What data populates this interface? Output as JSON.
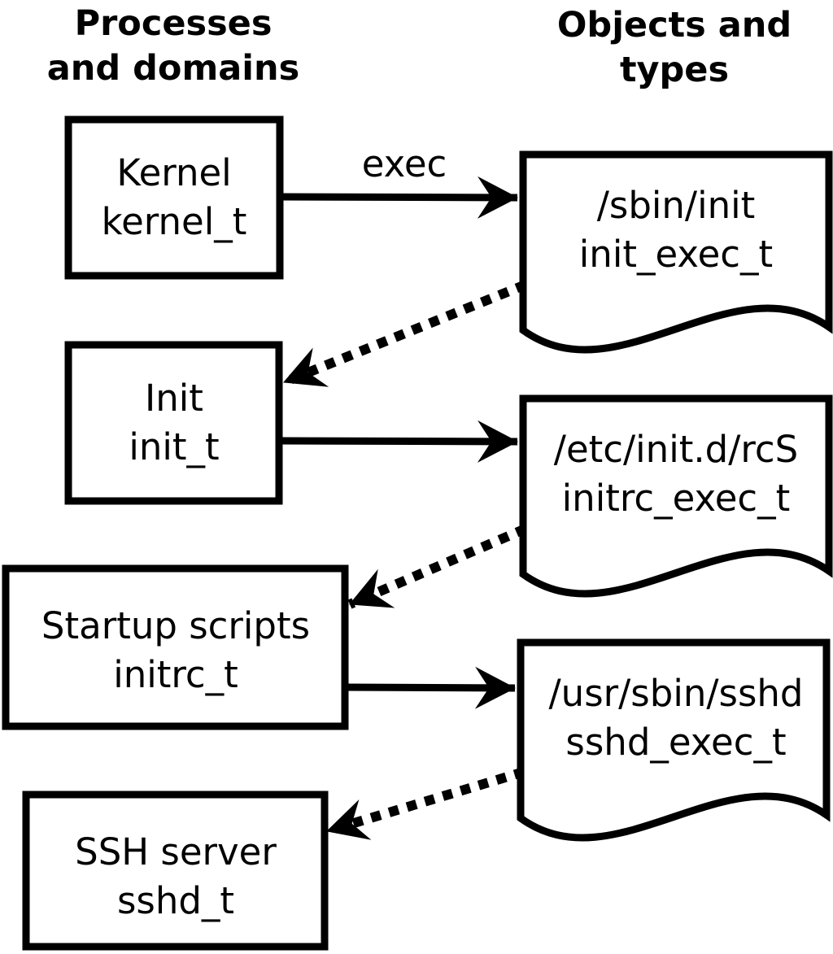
{
  "headers": {
    "left": {
      "line1": "Processes",
      "line2": "and domains"
    },
    "right": {
      "line1": "Objects and",
      "line2": "types"
    }
  },
  "arrow_label": "exec",
  "processes": [
    {
      "name": "Kernel",
      "domain": "kernel_t"
    },
    {
      "name": "Init",
      "domain": "init_t"
    },
    {
      "name": "Startup scripts",
      "domain": "initrc_t"
    },
    {
      "name": "SSH server",
      "domain": "sshd_t"
    }
  ],
  "objects": [
    {
      "path": "/sbin/init",
      "type": "init_exec_t"
    },
    {
      "path": "/etc/init.d/rcS",
      "type": "initrc_exec_t"
    },
    {
      "path": "/usr/sbin/sshd",
      "type": "sshd_exec_t"
    }
  ],
  "colors": {
    "foreground": "#000000",
    "background": "#ffffff"
  }
}
